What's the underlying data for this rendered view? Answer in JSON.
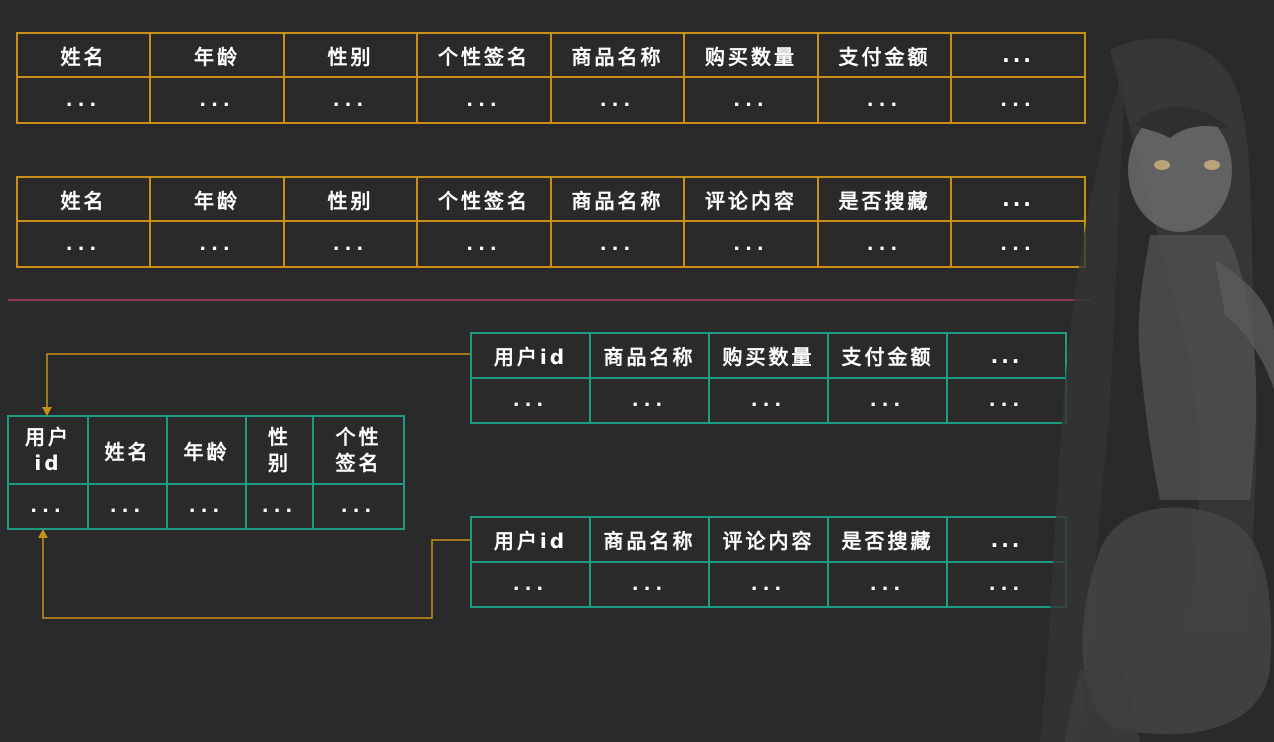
{
  "colors": {
    "background": "#2a2a2a",
    "gold_border": "#c8901a",
    "teal_border": "#1e9a82",
    "divider": "#8c3a5a",
    "arrow": "#c8901a"
  },
  "table1": {
    "headers": [
      "姓名",
      "年龄",
      "性别",
      "个性签名",
      "商品名称",
      "购买数量",
      "支付金额",
      "..."
    ],
    "row": [
      "...",
      "...",
      "...",
      "...",
      "...",
      "...",
      "...",
      "..."
    ]
  },
  "table2": {
    "headers": [
      "姓名",
      "年龄",
      "性别",
      "个性签名",
      "商品名称",
      "评论内容",
      "是否搜藏",
      "..."
    ],
    "row": [
      "...",
      "...",
      "...",
      "...",
      "...",
      "...",
      "...",
      "..."
    ]
  },
  "table_user": {
    "headers": [
      "用户id",
      "姓名",
      "年龄",
      "性别",
      "个性签名"
    ],
    "row": [
      "...",
      "...",
      "...",
      "...",
      "..."
    ]
  },
  "table_purchase": {
    "headers": [
      "用户id",
      "商品名称",
      "购买数量",
      "支付金额",
      "..."
    ],
    "row": [
      "...",
      "...",
      "...",
      "...",
      "..."
    ]
  },
  "table_comment": {
    "headers": [
      "用户id",
      "商品名称",
      "评论内容",
      "是否搜藏",
      "..."
    ],
    "row": [
      "...",
      "...",
      "...",
      "...",
      "..."
    ]
  }
}
